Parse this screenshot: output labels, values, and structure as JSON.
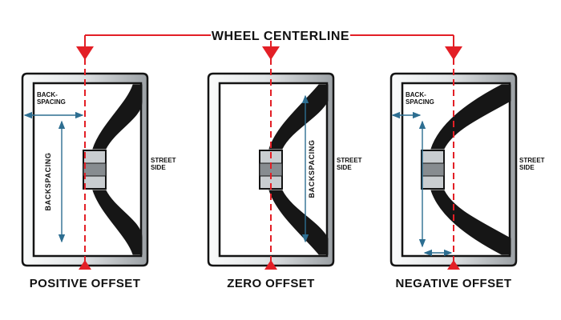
{
  "header": {
    "title": "WHEEL CENTERLINE"
  },
  "labels": {
    "back_spacing_line1": "BACK-",
    "back_spacing_line2": "SPACING",
    "backspacing": "BACKSPACING",
    "street": "STREET",
    "side": "SIDE"
  },
  "wheels": [
    {
      "id": "positive",
      "offset_type": "positive",
      "label": "POSITIVE OFFSET"
    },
    {
      "id": "zero",
      "offset_type": "zero",
      "label": "ZERO OFFSET"
    },
    {
      "id": "negative",
      "offset_type": "negative",
      "label": "NEGATIVE OFFSET"
    }
  ],
  "colors": {
    "centerline_red": "#e31f26",
    "dimension_blue": "#2d6e91",
    "wheel_dark": "#161616",
    "wheel_silver_light": "#fafbfb",
    "wheel_silver_dark": "#9ba0a4",
    "background": "#ffffff"
  }
}
